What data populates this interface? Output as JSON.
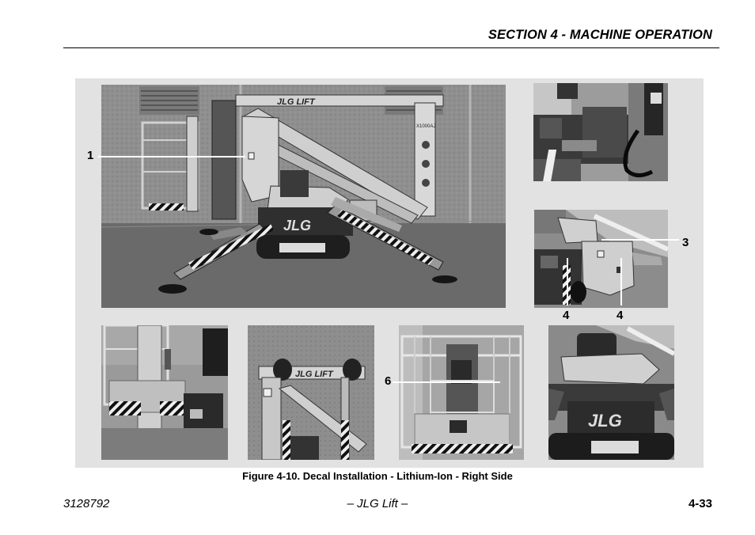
{
  "header": {
    "section_title": "SECTION 4 - MACHINE OPERATION"
  },
  "figure": {
    "caption": "Figure 4-10. Decal Installation - Lithium-Ion - Right Side",
    "callouts": [
      "1",
      "3",
      "4",
      "4",
      "6"
    ],
    "photo_marks": {
      "brand_boom": "JLG LIFT",
      "brand_base": "JLG",
      "model": "X1000AJ"
    }
  },
  "footer": {
    "part_number": "3128792",
    "center": "– JLG Lift –",
    "page_number": "4-33"
  }
}
